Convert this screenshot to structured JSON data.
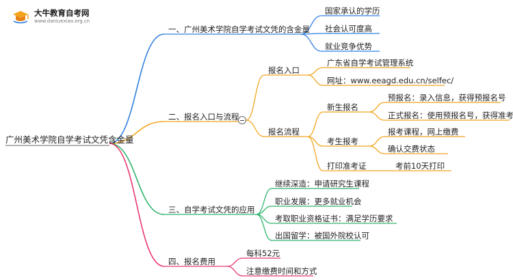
{
  "logo": {
    "title": "大牛教育自考网",
    "url": "www.daniuexiao.org.cn"
  },
  "mindmap": {
    "root": "广州美术学院自学考试文凭含金量",
    "branches": [
      {
        "label": "一、广州美术学院自学考试文凭的含金量",
        "color": "#2f7fe0",
        "children": [
          {
            "label": "国家承认的学历"
          },
          {
            "label": "社会认可度高"
          },
          {
            "label": "就业竞争优势"
          }
        ]
      },
      {
        "label": "二、报名入口与流程",
        "color": "#f0a51e",
        "children": [
          {
            "label": "报名入口",
            "children": [
              {
                "label": "广东省自学考试管理系统"
              },
              {
                "label": "网址：www.eeagd.edu.cn/selfec/"
              }
            ]
          },
          {
            "label": "报名流程",
            "children": [
              {
                "label": "新生报名",
                "children": [
                  {
                    "label": "预报名：录入信息，获得预报名号"
                  },
                  {
                    "label": "正式报名：使用预报名号，获得准考证号"
                  }
                ]
              },
              {
                "label": "考生报考",
                "children": [
                  {
                    "label": "报考课程，网上缴费"
                  },
                  {
                    "label": "确认交费状态"
                  }
                ]
              },
              {
                "label": "打印准考证",
                "children": [
                  {
                    "label": "考前10天打印"
                  }
                ]
              }
            ]
          }
        ]
      },
      {
        "label": "三、自学考试文凭的应用",
        "color": "#2db36b",
        "children": [
          {
            "label": "继续深造：申请研究生课程"
          },
          {
            "label": "职业发展：更多就业机会"
          },
          {
            "label": "考取职业资格证书：满足学历要求"
          },
          {
            "label": "出国留学：被国外院校认可"
          }
        ]
      },
      {
        "label": "四、报名费用",
        "color": "#e8366e",
        "children": [
          {
            "label": "每科52元"
          },
          {
            "label": "注意缴费时间和方式"
          }
        ]
      }
    ]
  }
}
